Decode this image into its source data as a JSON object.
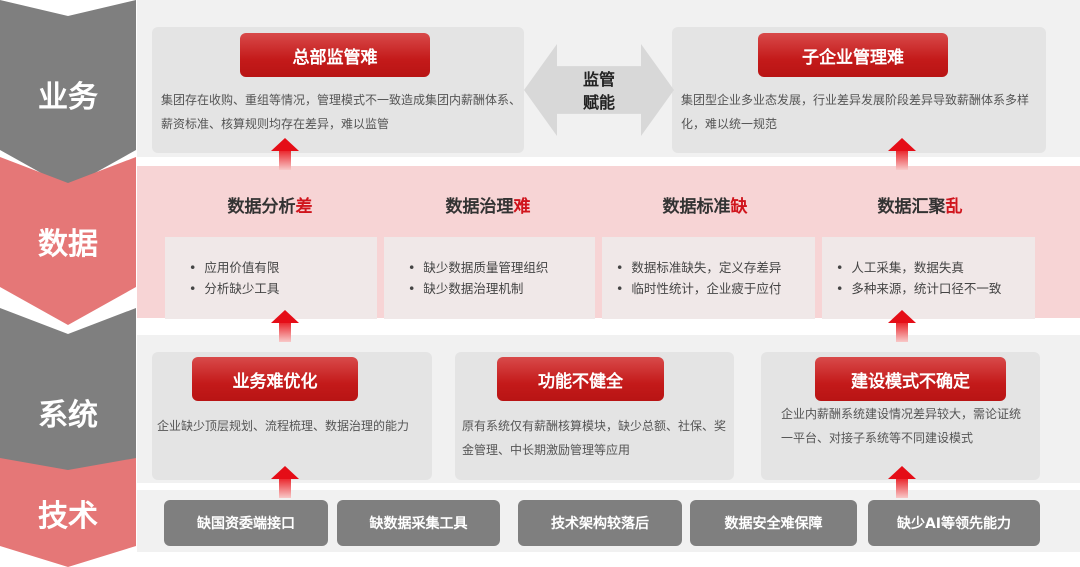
{
  "layers": [
    "业务",
    "数据",
    "系统",
    "技术"
  ],
  "business": {
    "left": {
      "title": "总部监管难",
      "desc": "集团存在收购、重组等情况，管理模式不一致造成集团内薪酬体系、薪资标准、核算规则均存在差异，难以监管"
    },
    "center": {
      "line1": "监管",
      "line2": "赋能"
    },
    "right": {
      "title": "子企业管理难",
      "desc": "集团型企业多业态发展，行业差异发展阶段差异导致薪酬体系多样化，难以统一规范"
    }
  },
  "data": [
    {
      "title": "数据分析",
      "highlight": "差",
      "items": [
        "应用价值有限",
        "分析缺少工具"
      ]
    },
    {
      "title": "数据治理",
      "highlight": "难",
      "items": [
        "缺少数据质量管理组织",
        "缺少数据治理机制"
      ]
    },
    {
      "title": "数据标准",
      "highlight": "缺",
      "items": [
        "数据标准缺失，定义存差异",
        "临时性统计，企业疲于应付"
      ]
    },
    {
      "title": "数据汇聚",
      "highlight": "乱",
      "items": [
        "人工采集，数据失真",
        "多种来源，统计口径不一致"
      ]
    }
  ],
  "system": [
    {
      "title": "业务难优化",
      "desc": "企业缺少顶层规划、流程梳理、数据治理的能力"
    },
    {
      "title": "功能不健全",
      "desc": "原有系统仅有薪酬核算模块，缺少总额、社保、奖金管理、中长期激励管理等应用"
    },
    {
      "title": "建设模式不确定",
      "desc": "企业内薪酬系统建设情况差异较大，需论证统一平台、对接子系统等不同建设模式"
    }
  ],
  "tech": [
    "缺国资委端接口",
    "缺数据采集工具",
    "技术架构较落后",
    "数据安全难保障",
    "缺少AI等领先能力"
  ]
}
